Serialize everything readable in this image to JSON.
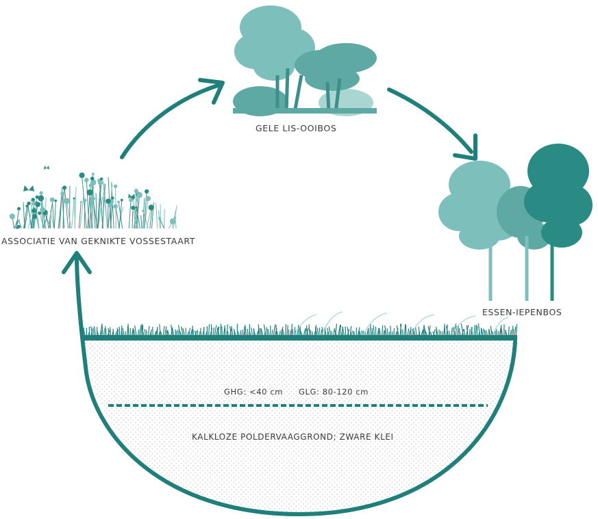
{
  "colors": {
    "accent": "#1f7f7a",
    "accent_light": "#7cbfbb",
    "accent_pale": "#a9d6d2",
    "soil_dot": "#c9c9c9",
    "text": "#3a3a3a"
  },
  "stages": {
    "gele": {
      "label": "GELE LIS-OOIBOS"
    },
    "essen": {
      "label": "ESSEN-IEPENBOS"
    },
    "assoc": {
      "label": "ASSOCIATIE VAN GEKNIKTE VOSSESTAART"
    }
  },
  "soil": {
    "ghg": "GHG: <40 cm",
    "glg": "GLG: 80-120 cm",
    "type": "KALKLOZE POLDERVAAGGROND; ZWARE KLEI"
  }
}
